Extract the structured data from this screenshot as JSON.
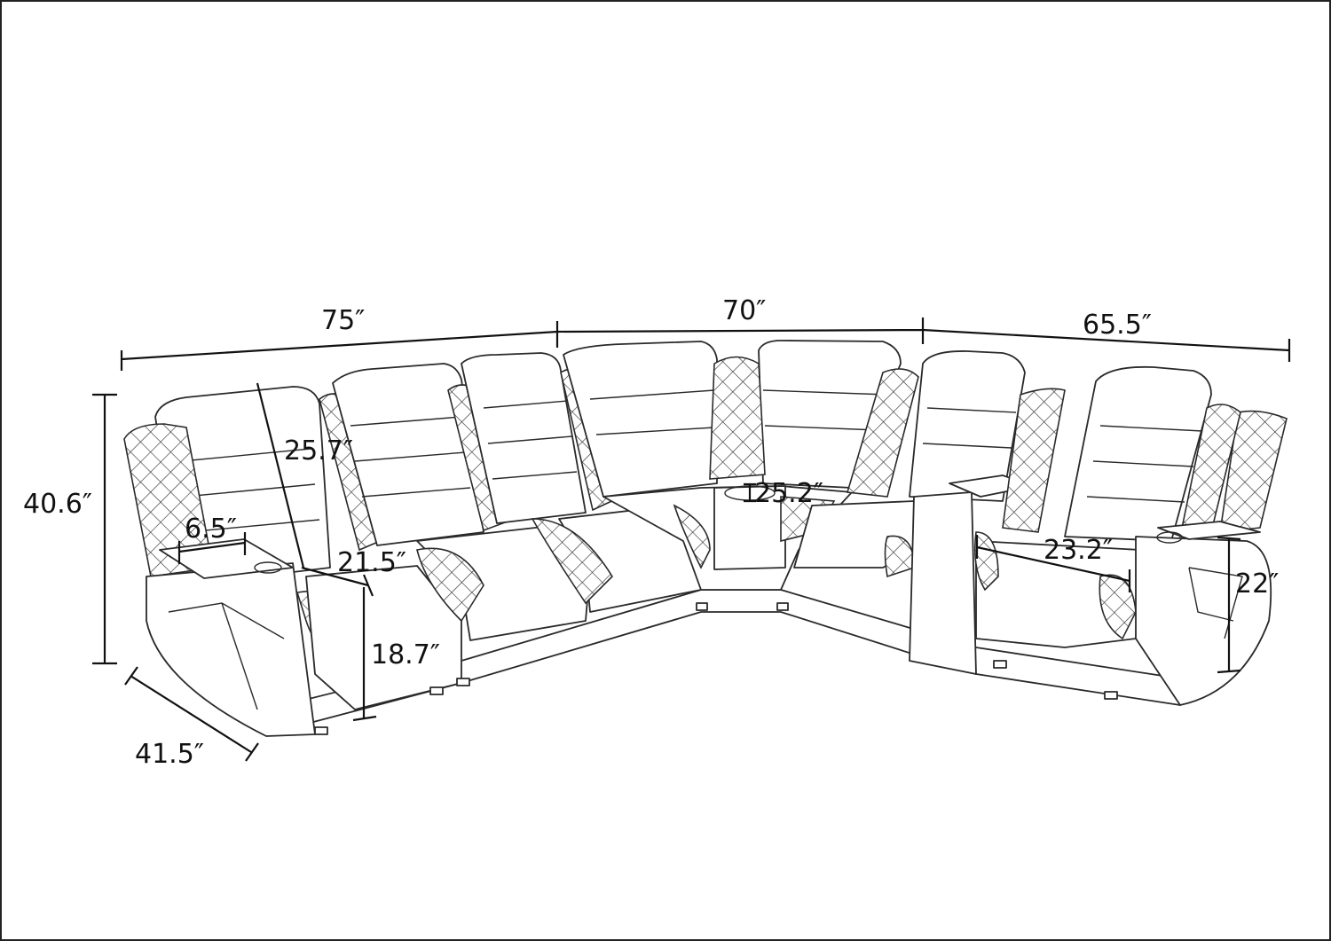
{
  "dimensions": {
    "overall_width_left": "75″",
    "overall_width_center": "70″",
    "overall_width_right": "65.5″",
    "overall_height": "40.6″",
    "depth": "41.5″",
    "backrest_height": "25.7″",
    "armrest_width": "6.5″",
    "seat_depth": "21.5″",
    "seat_height": "18.7″",
    "console_depth": "25.2″",
    "seat_width": "23.2″",
    "arm_height": "22″"
  }
}
